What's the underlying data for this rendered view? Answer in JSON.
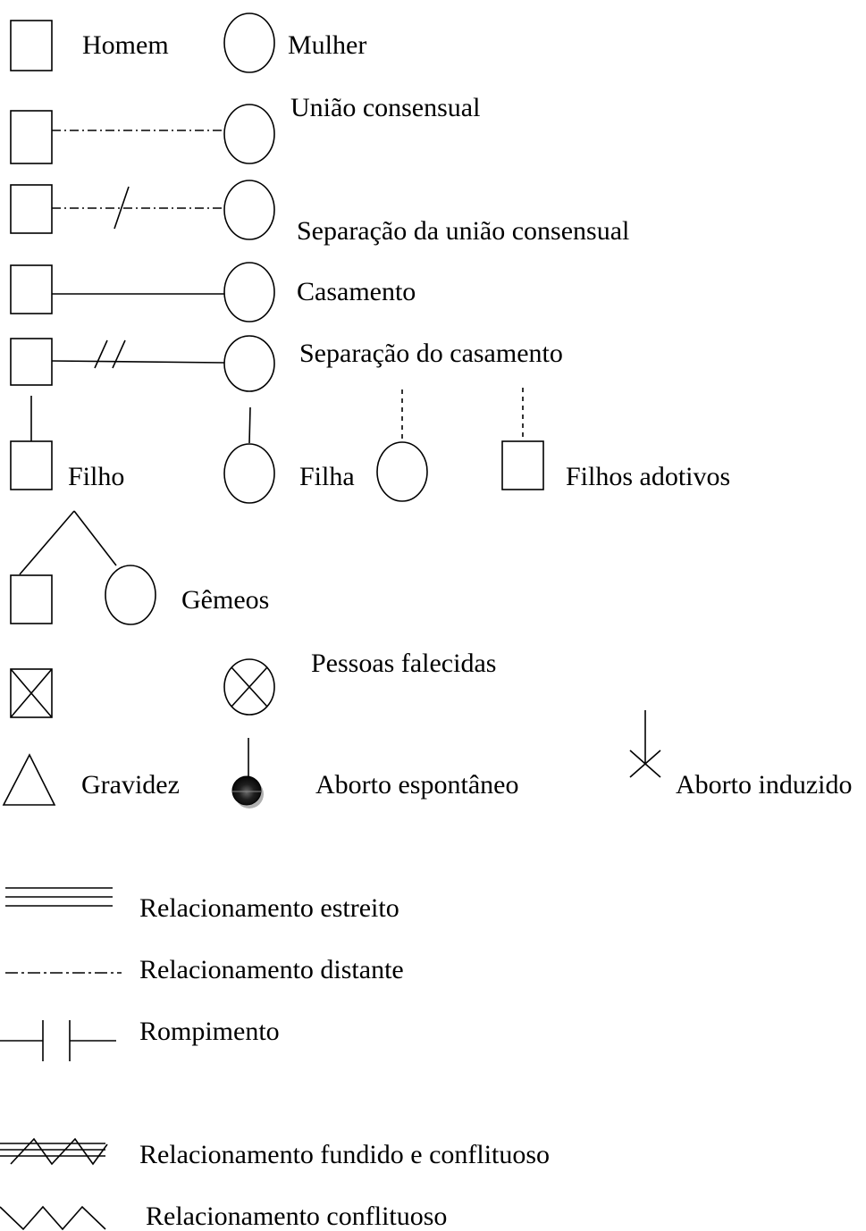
{
  "labels": {
    "homem": "Homem",
    "mulher": "Mulher",
    "uniao_consensual": "União consensual",
    "separacao_uniao": "Separação da união consensual",
    "casamento": "Casamento",
    "separacao_casamento": "Separação do casamento",
    "filho": "Filho",
    "filha": "Filha",
    "filhos_adotivos": "Filhos adotivos",
    "gemeos": "Gêmeos",
    "pessoas_falecidas": "Pessoas falecidas",
    "gravidez": "Gravidez",
    "aborto_espontaneo": "Aborto espontâneo",
    "aborto_induzido": "Aborto induzido",
    "relacionamento_estreito": "Relacionamento estreito",
    "relacionamento_distante": "Relacionamento distante",
    "rompimento": "Rompimento",
    "relacionamento_fundido_conflituoso": "Relacionamento fundido e conflituoso",
    "relacionamento_conflituoso": "Relacionamento conflituoso"
  },
  "colors": {
    "stroke": "#000000",
    "background": "#ffffff"
  }
}
